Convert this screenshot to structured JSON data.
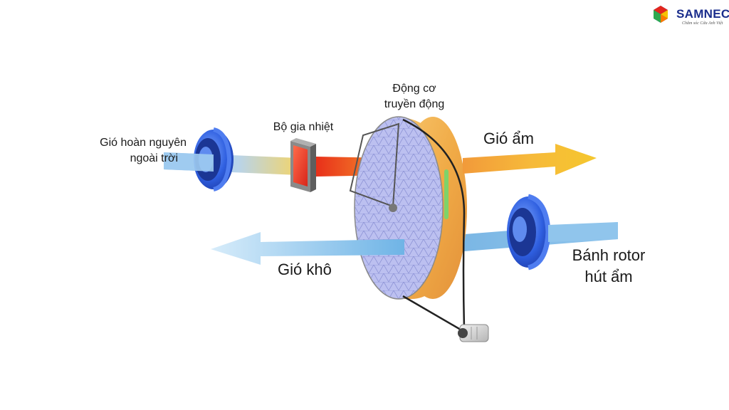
{
  "logo": {
    "name": "SAMNEC",
    "slogan": "Chăm sóc Cửa Anh Việt",
    "colors": [
      "#e3261d",
      "#f7c300",
      "#2fa84f",
      "#1e4fbf",
      "#ff7a00"
    ]
  },
  "labels": {
    "regen_air": [
      "Gió hoàn nguyên",
      "ngoài trời"
    ],
    "heater": "Bộ gia nhiệt",
    "motor": [
      "Động cơ",
      "truyền động"
    ],
    "humid_air": "Gió ẩm",
    "dry_air": "Gió khô",
    "rotor": [
      "Bánh rotor",
      "hút ẩm"
    ]
  },
  "colors": {
    "fan_blue": "#2f5fe0",
    "air_blue": "#8ec5ec",
    "heat_red": "#e8401e",
    "heat_orange": "#f07a2a",
    "humid_yellow": "#f6c02e",
    "rotor_face": "#b8bcef",
    "rotor_edge": "#f3b24a",
    "belt": "#222222"
  },
  "icons": [
    "blower-fan-icon",
    "heater-icon",
    "rotor-wheel-icon",
    "motor-icon"
  ]
}
